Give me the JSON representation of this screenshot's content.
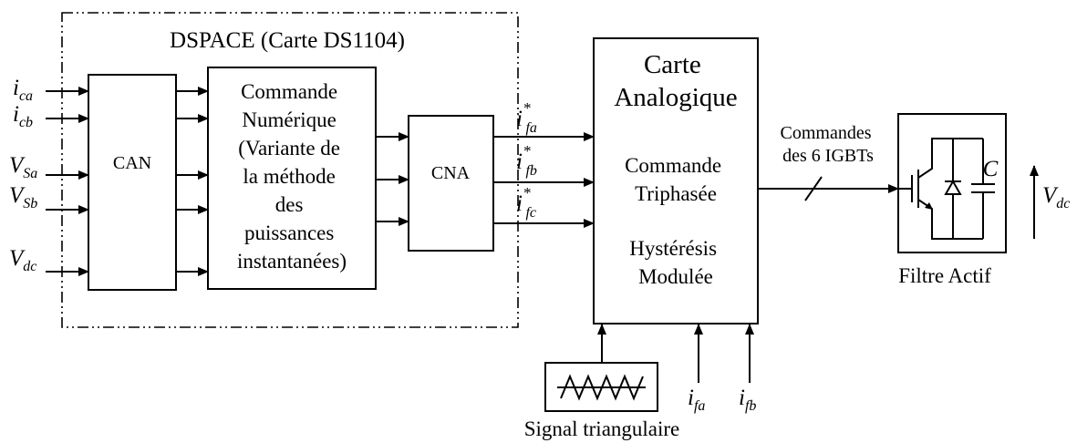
{
  "dspace": {
    "title": "DSPACE (Carte DS1104)"
  },
  "inputs": [
    {
      "main": "i",
      "sub": "ca"
    },
    {
      "main": "i",
      "sub": "cb"
    },
    {
      "main": "V",
      "sub": "Sa"
    },
    {
      "main": "V",
      "sub": "Sb"
    },
    {
      "main": "V",
      "sub": "dc"
    }
  ],
  "can": {
    "label": "CAN"
  },
  "commande": {
    "lines": [
      "Commande",
      "Numérique",
      "(Variante de",
      "la méthode",
      "des",
      "puissances",
      "instantanées)"
    ]
  },
  "cna": {
    "label": "CNA"
  },
  "references": [
    {
      "main": "i",
      "sup": "*",
      "sub": "fa"
    },
    {
      "main": "i",
      "sup": "*",
      "sub": "fb"
    },
    {
      "main": "i",
      "sup": "*",
      "sub": "fc"
    }
  ],
  "carte": {
    "title_lines": [
      "Carte",
      "Analogique"
    ],
    "body_lines": [
      "Commande",
      "Triphasée"
    ],
    "hyst_lines": [
      "Hystérésis",
      "Modulée"
    ]
  },
  "feedback": [
    {
      "main": "i",
      "sub": "fa"
    },
    {
      "main": "i",
      "sub": "fb"
    }
  ],
  "signal": {
    "label": "Signal triangulaire"
  },
  "igbt": {
    "lines": [
      "Commandes",
      "des 6 IGBTs"
    ]
  },
  "filtre": {
    "label": "Filtre Actif",
    "cap_label": "C",
    "voltage": {
      "main": "V",
      "sub": "dc"
    }
  }
}
